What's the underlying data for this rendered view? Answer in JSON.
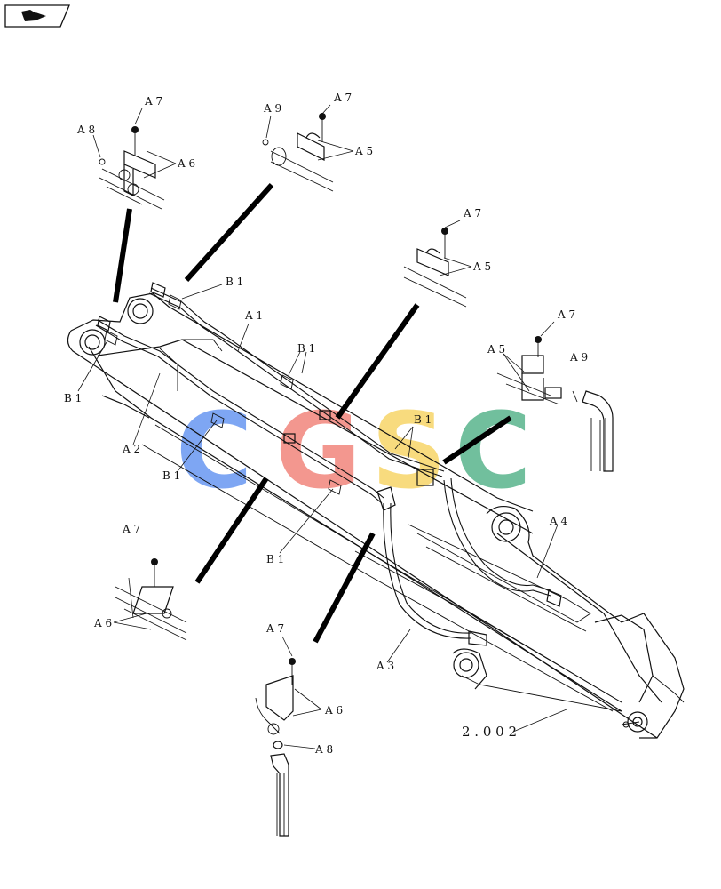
{
  "labels": {
    "a1": "A 1",
    "a2": "A 2",
    "a3": "A 3",
    "a4": "A 4",
    "a5": "A 5",
    "a6": "A 6",
    "a7": "A 7",
    "a8": "A 8",
    "a9": "A 9",
    "b1": "B 1"
  },
  "reference": "2 . 0 0 2",
  "watermark": {
    "letters": [
      "C",
      "G",
      "S",
      "C"
    ],
    "colors": [
      "#5b8ef0",
      "#f07a70",
      "#f7d25a",
      "#4aae82"
    ]
  },
  "nav_icon": "back-arrow-icon"
}
